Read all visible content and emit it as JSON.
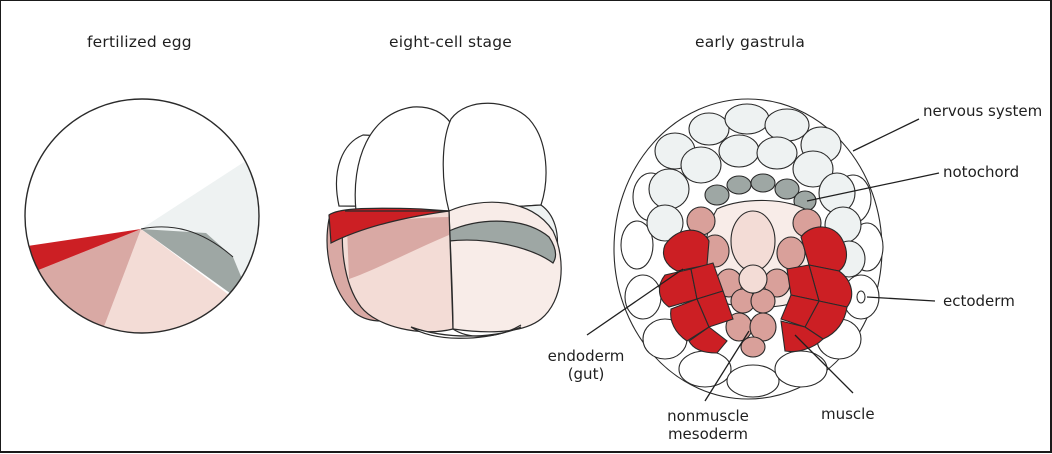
{
  "panels": [
    {
      "title": "fertilized egg"
    },
    {
      "title": "eight-cell stage"
    },
    {
      "title": "early gastrula"
    }
  ],
  "labels": {
    "nervous_system": "nervous system",
    "notochord": "notochord",
    "ectoderm": "ectoderm",
    "endoderm_line1": "endoderm",
    "endoderm_line2": "(gut)",
    "nonmuscle_line1": "nonmuscle",
    "nonmuscle_line2": "mesoderm",
    "muscle": "muscle"
  },
  "colors": {
    "muscle_red": "#cc1f24",
    "pink": "#f3dcd6",
    "pale_pink": "#f8ece8",
    "mid_pink": "#d9a09a",
    "gray": "#9ea7a4",
    "pale_blue_gray": "#eef2f2",
    "outline": "#2a2a2a"
  }
}
